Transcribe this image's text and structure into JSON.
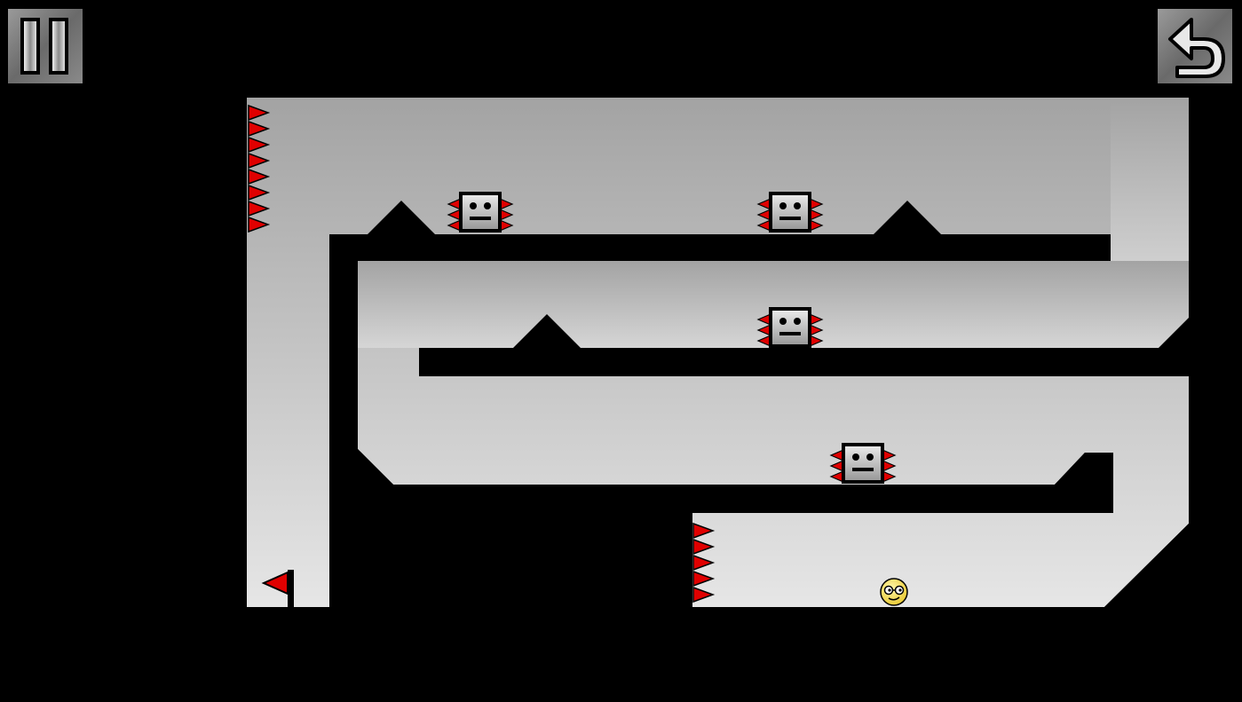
{
  "hud": {
    "pause_icon": "pause-icon",
    "restart_icon": "undo-arrow-icon"
  },
  "colors": {
    "background": "#000000",
    "corridor_top": "#a3a3a3",
    "corridor_bottom": "#e6e6e6",
    "spike": "#e00000",
    "enemy_face": "#c8c8c8",
    "player": "#f5e050",
    "flag": "#e00000"
  },
  "entities": {
    "enemies": [
      "spiked-block-enemy",
      "spiked-block-enemy",
      "spiked-block-enemy",
      "spiked-block-enemy"
    ],
    "player": "smiley-ball-with-glasses",
    "goal": "red-flag"
  }
}
